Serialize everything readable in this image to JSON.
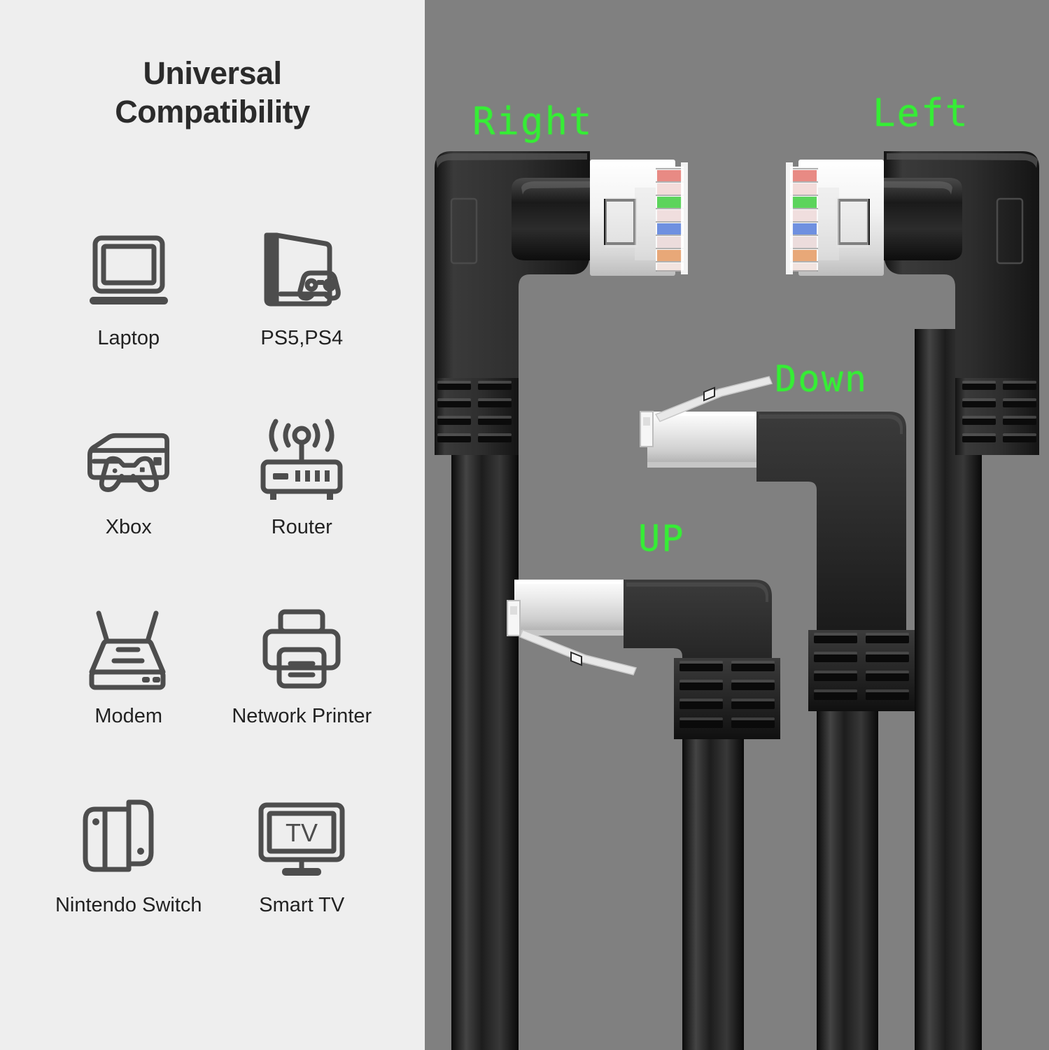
{
  "left_panel": {
    "title_lines": [
      "Universal",
      "Compatibility"
    ],
    "background_color": "#eeeeee",
    "icon_color": "#4d4d4d",
    "devices": [
      [
        {
          "label": "Laptop",
          "icon": "laptop-icon"
        },
        {
          "label": "PS5,PS4",
          "icon": "playstation-console-icon"
        }
      ],
      [
        {
          "label": "Xbox",
          "icon": "xbox-console-icon"
        },
        {
          "label": "Router",
          "icon": "wifi-router-icon"
        }
      ],
      [
        {
          "label": "Modem",
          "icon": "modem-icon"
        },
        {
          "label": "Network Printer",
          "icon": "printer-icon"
        }
      ],
      [
        {
          "label": "Nintendo Switch",
          "icon": "nintendo-switch-icon"
        },
        {
          "label": "Smart TV",
          "icon": "smart-tv-icon"
        }
      ]
    ]
  },
  "right_panel": {
    "background_color": "#808080",
    "label_color": "#35ee35",
    "connector_body_color": "#262626",
    "connector_labels": [
      {
        "id": "right",
        "text": "Right"
      },
      {
        "id": "left",
        "text": "Left"
      },
      {
        "id": "down",
        "text": "Down"
      },
      {
        "id": "up",
        "text": "UP"
      }
    ],
    "rj45_wire_colors": [
      "#e88a84",
      "#f3dcda",
      "#5cd45c",
      "#f0dede",
      "#6f90e0",
      "#ecdcdc",
      "#e8a878",
      "#f2e4e0"
    ]
  }
}
